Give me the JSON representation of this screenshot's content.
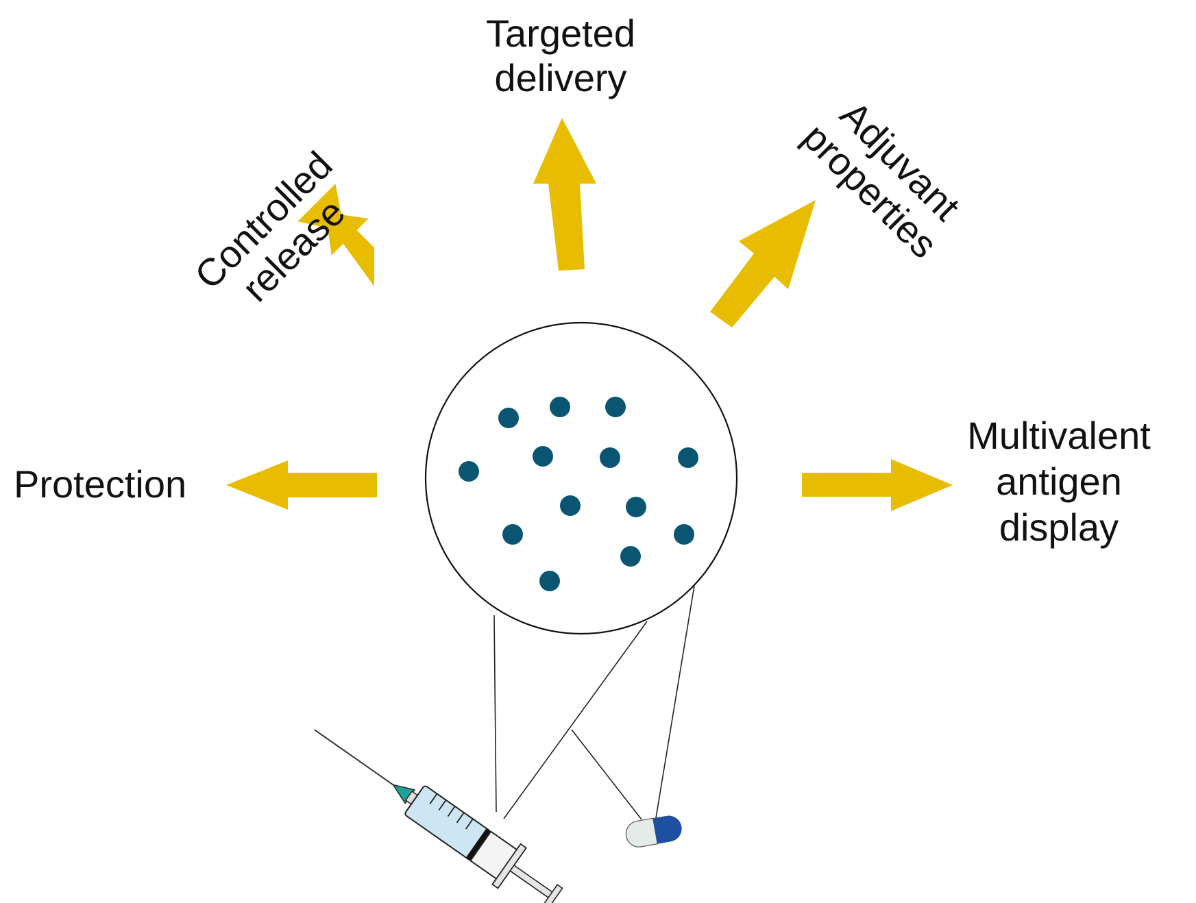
{
  "colors": {
    "arrow": "#E8BC00",
    "particle": "#0A5672",
    "outline": "#111111",
    "syringe_barrel": "#CDE6F4",
    "syringe_needle_hub": "#1FA39A",
    "capsule_left": "#E5EBE8",
    "capsule_right": "#1E4FA0"
  },
  "labels": {
    "protection": "Protection",
    "controlled_release_line1": "Controlled",
    "controlled_release_line2": "release",
    "targeted_delivery_line1": "Targeted",
    "targeted_delivery_line2": "delivery",
    "adjuvant_line1": "Adjuvant",
    "adjuvant_line2": "properties",
    "multivalent_line1": "Multivalent",
    "multivalent_line2": "antigen",
    "multivalent_line3": "display"
  },
  "icons": {
    "nanoparticle": "nanoparticle-circle-icon",
    "syringe": "syringe-icon",
    "capsule": "capsule-icon"
  }
}
